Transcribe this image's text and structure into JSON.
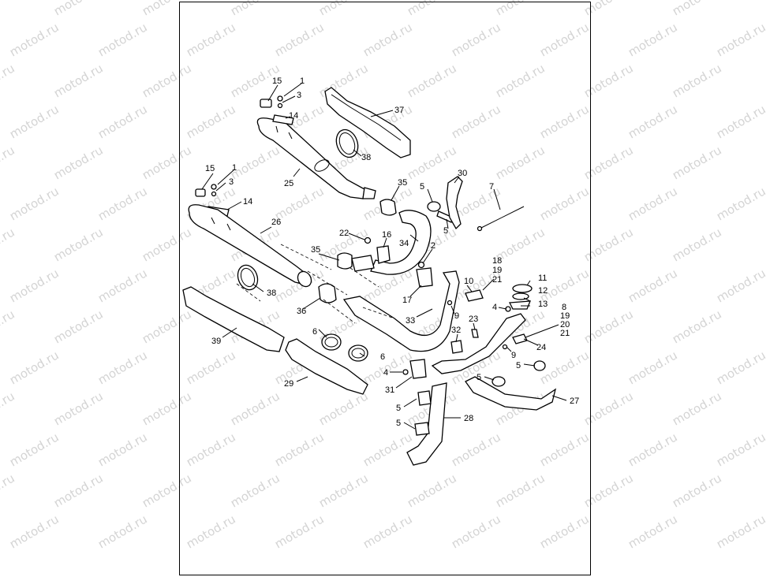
{
  "watermark": "motod.ru",
  "callouts": [
    {
      "id": "c1a",
      "text": "1"
    },
    {
      "id": "c15a",
      "text": "15"
    },
    {
      "id": "c3a",
      "text": "3"
    },
    {
      "id": "c14a",
      "text": "14"
    },
    {
      "id": "c37",
      "text": "37"
    },
    {
      "id": "c38a",
      "text": "38"
    },
    {
      "id": "c25",
      "text": "25"
    },
    {
      "id": "c15b",
      "text": "15"
    },
    {
      "id": "c1b",
      "text": "1"
    },
    {
      "id": "c3b",
      "text": "3"
    },
    {
      "id": "c14b",
      "text": "14"
    },
    {
      "id": "c26",
      "text": "26"
    },
    {
      "id": "c35a",
      "text": "35"
    },
    {
      "id": "c5a",
      "text": "5"
    },
    {
      "id": "c30",
      "text": "30"
    },
    {
      "id": "c7",
      "text": "7"
    },
    {
      "id": "c5b",
      "text": "5"
    },
    {
      "id": "c34",
      "text": "34"
    },
    {
      "id": "c22",
      "text": "22"
    },
    {
      "id": "c16",
      "text": "16"
    },
    {
      "id": "c35b",
      "text": "35"
    },
    {
      "id": "c2",
      "text": "2"
    },
    {
      "id": "c18",
      "text": "18"
    },
    {
      "id": "c19a",
      "text": "19"
    },
    {
      "id": "c21a",
      "text": "21"
    },
    {
      "id": "c10",
      "text": "10"
    },
    {
      "id": "c11",
      "text": "11"
    },
    {
      "id": "c12",
      "text": "12"
    },
    {
      "id": "c13",
      "text": "13"
    },
    {
      "id": "c4a",
      "text": "4"
    },
    {
      "id": "c38b",
      "text": "38"
    },
    {
      "id": "c17",
      "text": "17"
    },
    {
      "id": "c36",
      "text": "36"
    },
    {
      "id": "c9a",
      "text": "9"
    },
    {
      "id": "c8",
      "text": "8"
    },
    {
      "id": "c19b",
      "text": "19"
    },
    {
      "id": "c20",
      "text": "20"
    },
    {
      "id": "c21b",
      "text": "21"
    },
    {
      "id": "c33",
      "text": "33"
    },
    {
      "id": "c23",
      "text": "23"
    },
    {
      "id": "c32",
      "text": "32"
    },
    {
      "id": "c24",
      "text": "24"
    },
    {
      "id": "c39",
      "text": "39"
    },
    {
      "id": "c6a",
      "text": "6"
    },
    {
      "id": "c6b",
      "text": "6"
    },
    {
      "id": "c9b",
      "text": "9"
    },
    {
      "id": "c5c",
      "text": "5"
    },
    {
      "id": "c5d",
      "text": "5"
    },
    {
      "id": "c4b",
      "text": "4"
    },
    {
      "id": "c29",
      "text": "29"
    },
    {
      "id": "c31",
      "text": "31"
    },
    {
      "id": "c27",
      "text": "27"
    },
    {
      "id": "c5e",
      "text": "5"
    },
    {
      "id": "c28",
      "text": "28"
    },
    {
      "id": "c5f",
      "text": "5"
    }
  ]
}
